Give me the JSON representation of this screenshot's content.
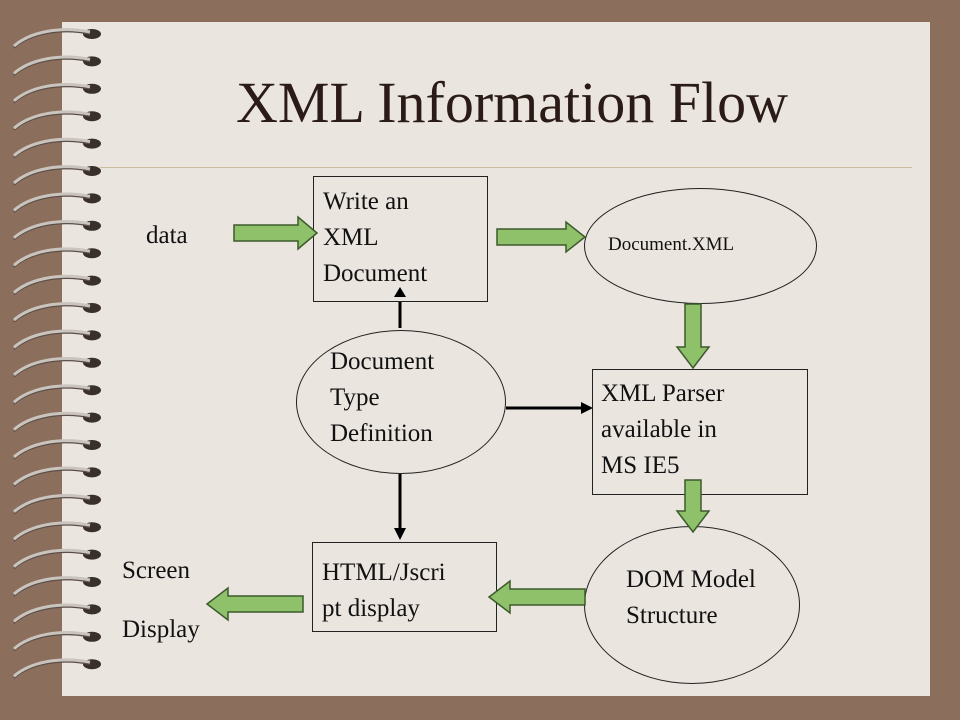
{
  "title": "XML Information Flow",
  "nodes": {
    "data_label": "data",
    "write_xml": "Write an\nXML\nDocument",
    "document_xml": "Document.XML",
    "dtd": "Document\nType\nDefinition",
    "xml_parser": "XML Parser\navailable in\nMS IE5",
    "dom_model": "DOM Model\nStructure",
    "html_display": "HTML/Jscri\npt display",
    "screen_label": "Screen",
    "display_label": "Display"
  },
  "colors": {
    "arrow_fill": "#8fc06a",
    "arrow_stroke": "#3c5a2c",
    "frame": "#8b6e5c",
    "paper": "#ebe5df",
    "title": "#2a1b16"
  }
}
